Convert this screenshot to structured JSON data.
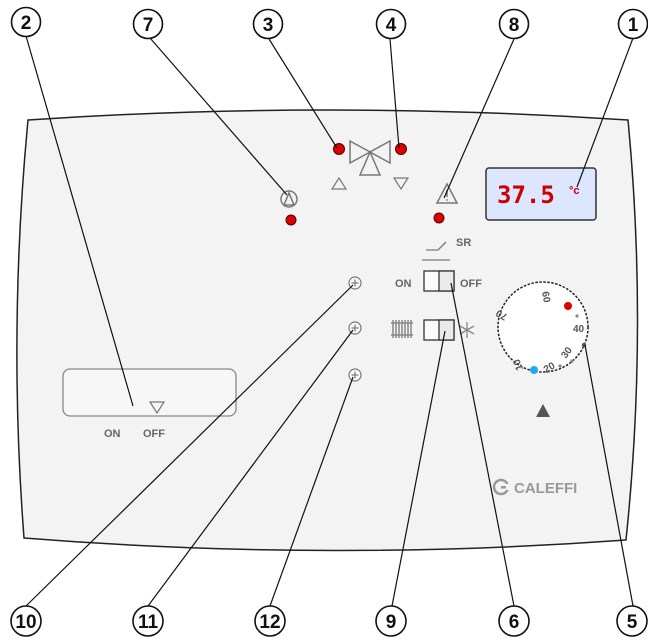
{
  "display": {
    "value": "37.5",
    "unit": "°c"
  },
  "switches": {
    "main": {
      "on_label": "ON",
      "off_label": "OFF"
    },
    "sr": {
      "on_label": "ON",
      "off_label": "OFF",
      "sr_label": "SR"
    }
  },
  "dial": {
    "labels": [
      "10",
      "20",
      "30",
      "40",
      "60",
      "70"
    ]
  },
  "brand": {
    "name": "CALEFFI"
  },
  "callouts": [
    {
      "number": "1"
    },
    {
      "number": "2"
    },
    {
      "number": "3"
    },
    {
      "number": "4"
    },
    {
      "number": "5"
    },
    {
      "number": "6"
    },
    {
      "number": "7"
    },
    {
      "number": "8"
    },
    {
      "number": "9"
    },
    {
      "number": "10"
    },
    {
      "number": "11"
    },
    {
      "number": "12"
    }
  ],
  "colors": {
    "led": "#dd0000",
    "display_bg": "#dde6ff",
    "display_text": "#cc0000",
    "dial_cold": "#22aaee",
    "dial_hot": "#dd0000"
  }
}
